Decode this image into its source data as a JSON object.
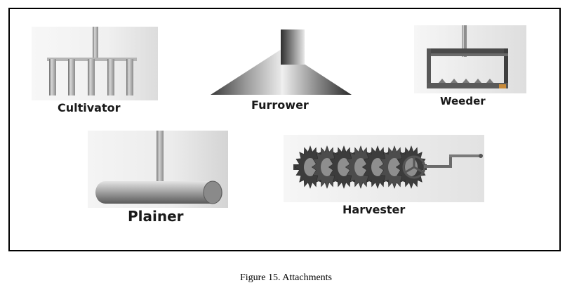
{
  "figure": {
    "caption": "Figure 15. Attachments",
    "items": [
      {
        "id": "cultivator",
        "label": "Cultivator"
      },
      {
        "id": "furrower",
        "label": "Furrower"
      },
      {
        "id": "weeder",
        "label": "Weeder"
      },
      {
        "id": "plainer",
        "label": "Plainer"
      },
      {
        "id": "harvester",
        "label": "Harvester"
      }
    ]
  }
}
